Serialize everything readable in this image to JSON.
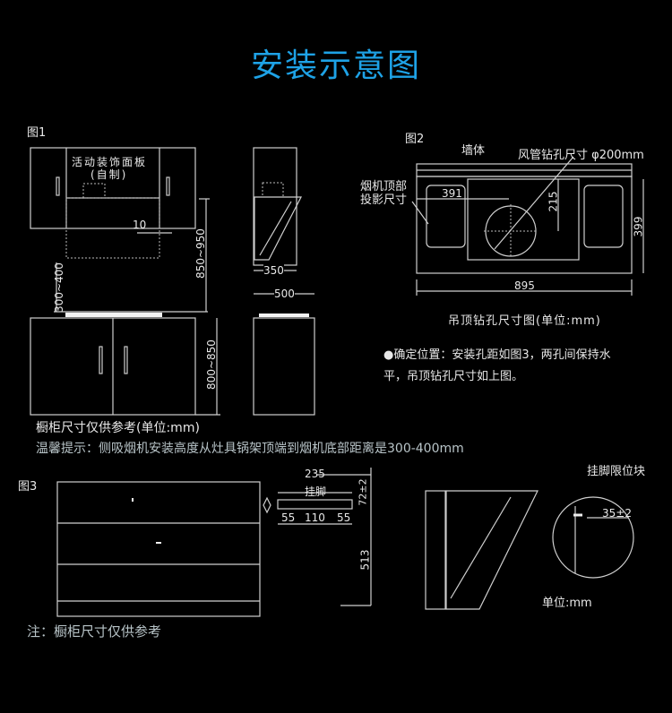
{
  "title": "安装示意图",
  "fig1": {
    "label": "图1",
    "panel_label": "活动装饰面板",
    "panel_sub": "(自制)",
    "dim_gap": "10",
    "dim_hood_height": "850~950",
    "dim_cooktop_gap": "300~400",
    "dim_counter_height": "800~850",
    "dim_depth_hood": "350",
    "dim_depth_cabinet": "500",
    "caption": "橱柜尺寸仅供参考(单位:mm)",
    "tip": "温馨提示：侧吸烟机安装高度从灶具锅架顶端到烟机底部距离是300-400mm"
  },
  "fig2": {
    "label": "图2",
    "wall_label": "墙体",
    "duct_label": "风管钻孔尺寸 φ200mm",
    "projection_label_1": "烟机顶部",
    "projection_label_2": "投影尺寸",
    "dim_391": "391",
    "dim_215": "215",
    "dim_399": "399",
    "dim_895": "895",
    "caption": "吊顶钻孔尺寸图(单位:mm)",
    "note_line1": "●确定位置：安装孔距如图3，两孔间保持水",
    "note_line2": "平，吊顶钻孔尺寸如上图。"
  },
  "fig3": {
    "label": "图3",
    "dim_235": "235",
    "bracket_label": "挂脚",
    "dim_72": "72±2",
    "dim_55a": "55",
    "dim_110": "110",
    "dim_55b": "55",
    "dim_513": "513",
    "stopper_label": "挂脚限位块",
    "dim_35": "35±2",
    "unit": "单位:mm"
  },
  "footer_note": "注：橱柜尺寸仅供参考",
  "colors": {
    "title": "#1ea2e6",
    "tip": "#b8c4c8"
  }
}
